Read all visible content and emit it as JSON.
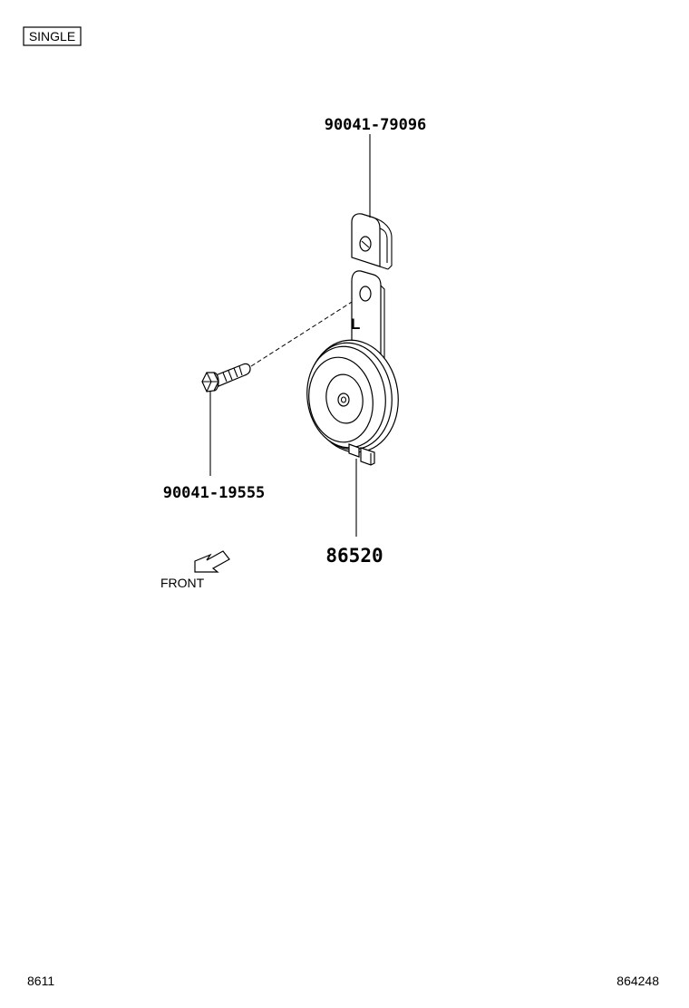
{
  "variant_tag": "SINGLE",
  "parts": {
    "bracket_clip": "90041-79096",
    "bolt": "90041-19555",
    "horn": "86520"
  },
  "bracket_mark": "L",
  "direction_label": "FRONT",
  "footer": {
    "left_code": "8611",
    "right_code": "864248"
  }
}
